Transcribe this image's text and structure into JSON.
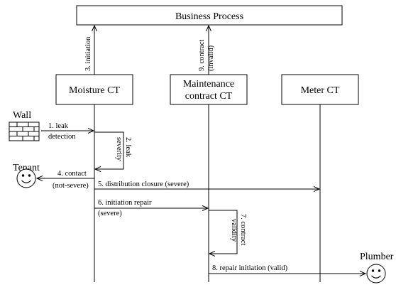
{
  "process_box": {
    "label": "Business Process"
  },
  "components": [
    {
      "id": "moisture",
      "label_lines": [
        "Moisture CT"
      ]
    },
    {
      "id": "maintenance",
      "label_lines": [
        "Maintenance",
        "contract CT"
      ]
    },
    {
      "id": "meter",
      "label_lines": [
        "Meter CT"
      ]
    }
  ],
  "actors": {
    "wall": {
      "label": "Wall"
    },
    "tenant": {
      "label": "Tenant"
    },
    "plumber": {
      "label": "Plumber"
    }
  },
  "messages": [
    {
      "id": "m1",
      "lines": [
        "1. leak",
        "detection"
      ]
    },
    {
      "id": "m2",
      "lines": [
        "2. leak",
        "severity"
      ]
    },
    {
      "id": "m3",
      "lines": [
        "3. initiation"
      ]
    },
    {
      "id": "m4",
      "lines": [
        "4. contact",
        "(not-severe)"
      ]
    },
    {
      "id": "m5",
      "lines": [
        "5. distribution closure (severe)"
      ]
    },
    {
      "id": "m6",
      "lines": [
        "6. initiation repair",
        "(severe)"
      ]
    },
    {
      "id": "m7",
      "lines": [
        "7. contract",
        "validity"
      ]
    },
    {
      "id": "m8",
      "lines": [
        "8. repair initiation (valid)"
      ]
    },
    {
      "id": "m9",
      "lines": [
        "9. contract",
        "(invalid)"
      ]
    }
  ]
}
